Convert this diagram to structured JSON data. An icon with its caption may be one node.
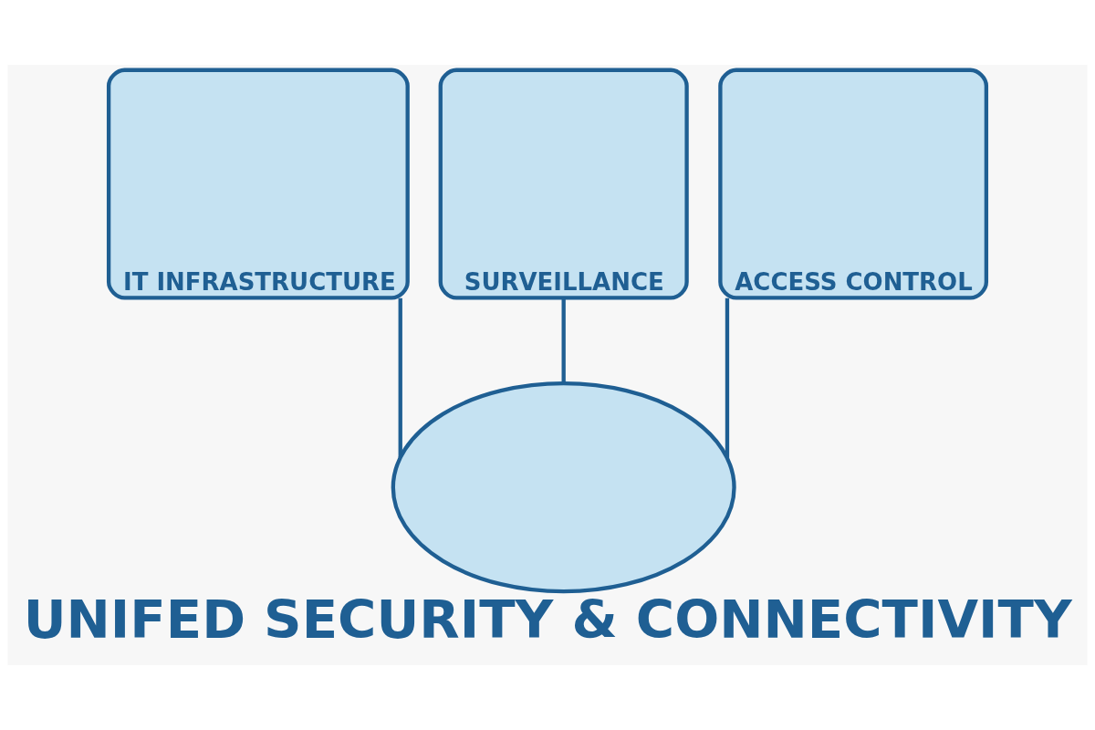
{
  "diagram": {
    "title": "UNIFED SECURITY & CONNECTIVITY",
    "nodes": [
      {
        "text": [
          "IT INFRASTRUCTURE"
        ]
      },
      {
        "text": [
          "SURVEILLANCE"
        ]
      },
      {
        "text": [
          "ACCESS CONTROL"
        ]
      },
      {
        "text": [],
        "shape": "cloud"
      }
    ],
    "edges": [
      {
        "from": 0,
        "to": 3,
        "arrow": "none"
      },
      {
        "from": 1,
        "to": 3,
        "arrow": "none"
      },
      {
        "from": 2,
        "to": 3,
        "arrow": "none"
      }
    ]
  }
}
